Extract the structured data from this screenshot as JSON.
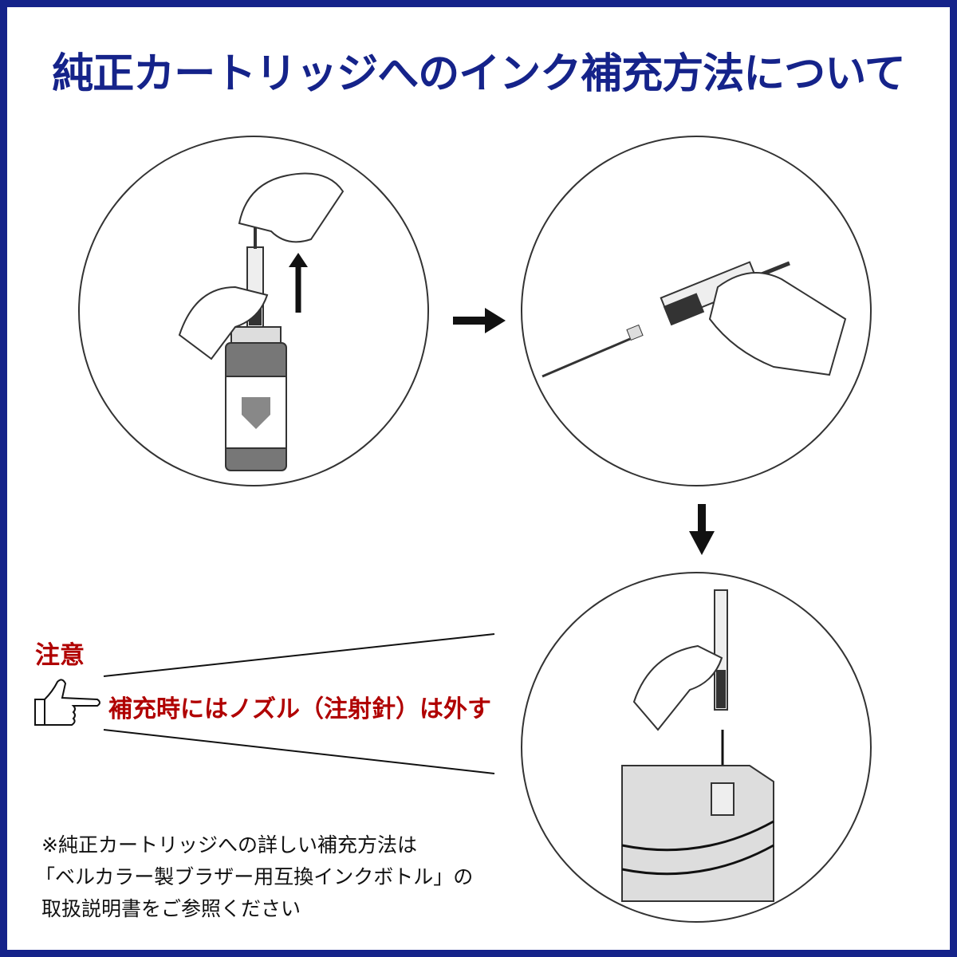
{
  "title": "純正カートリッジへのインク補充方法について",
  "caution": {
    "heading": "注意",
    "message": "補充時にはノズル（注射針）は外す"
  },
  "reference_note": {
    "line1": "※純正カートリッジへの詳しい補充方法は",
    "line2": "「ベルカラー製ブラザー用互換インクボトル」の",
    "line3": "取扱説明書をご参照ください"
  },
  "colors": {
    "frame": "#15238a",
    "title": "#15238a",
    "caution": "#b00000"
  }
}
